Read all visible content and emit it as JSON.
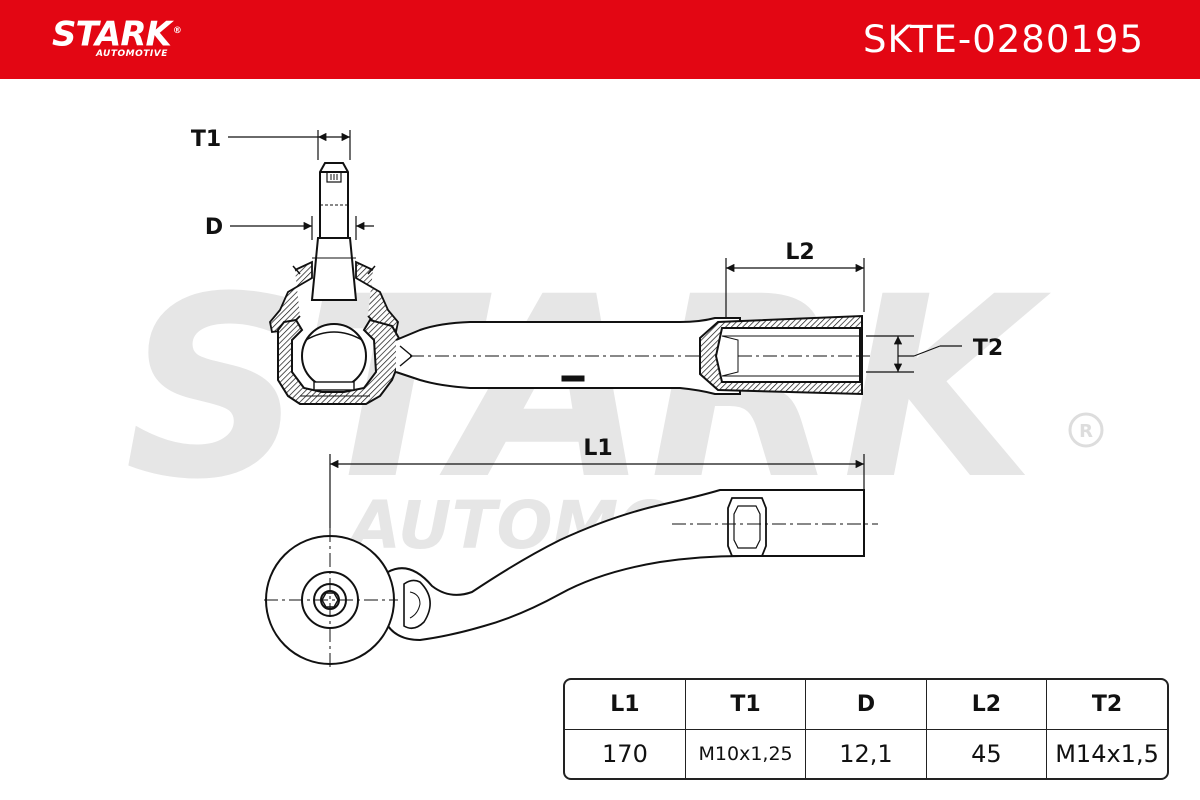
{
  "header": {
    "brand": "STARK",
    "brand_sub": "AUTOMOTIVE",
    "part_number": "SKTE-0280195",
    "background_color": "#e30613"
  },
  "watermark": {
    "brand": "STARK",
    "brand_sub": "AUTOMOTIVE",
    "color": "#e8e8e8"
  },
  "drawing": {
    "labels": {
      "t1": "T1",
      "d": "D",
      "l2": "L2",
      "t2": "T2",
      "l1": "L1"
    }
  },
  "specs": {
    "columns": [
      "L1",
      "T1",
      "D",
      "L2",
      "T2"
    ],
    "values": [
      "170",
      "M10x1,25",
      "12,1",
      "45",
      "M14x1,5"
    ]
  }
}
